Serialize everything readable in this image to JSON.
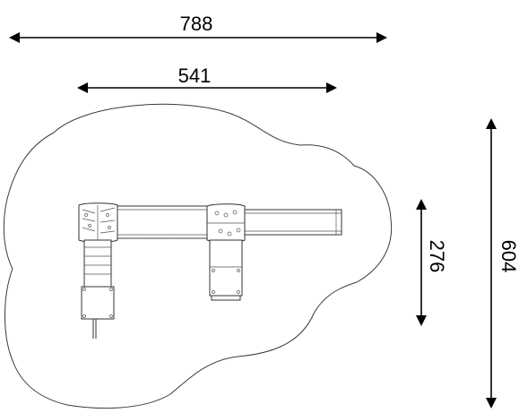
{
  "dimensions": {
    "overall_width": "788",
    "structure_width": "541",
    "structure_depth": "276",
    "overall_depth": "604"
  },
  "colors": {
    "line": "#000000",
    "outline": "#3a3a3a"
  }
}
